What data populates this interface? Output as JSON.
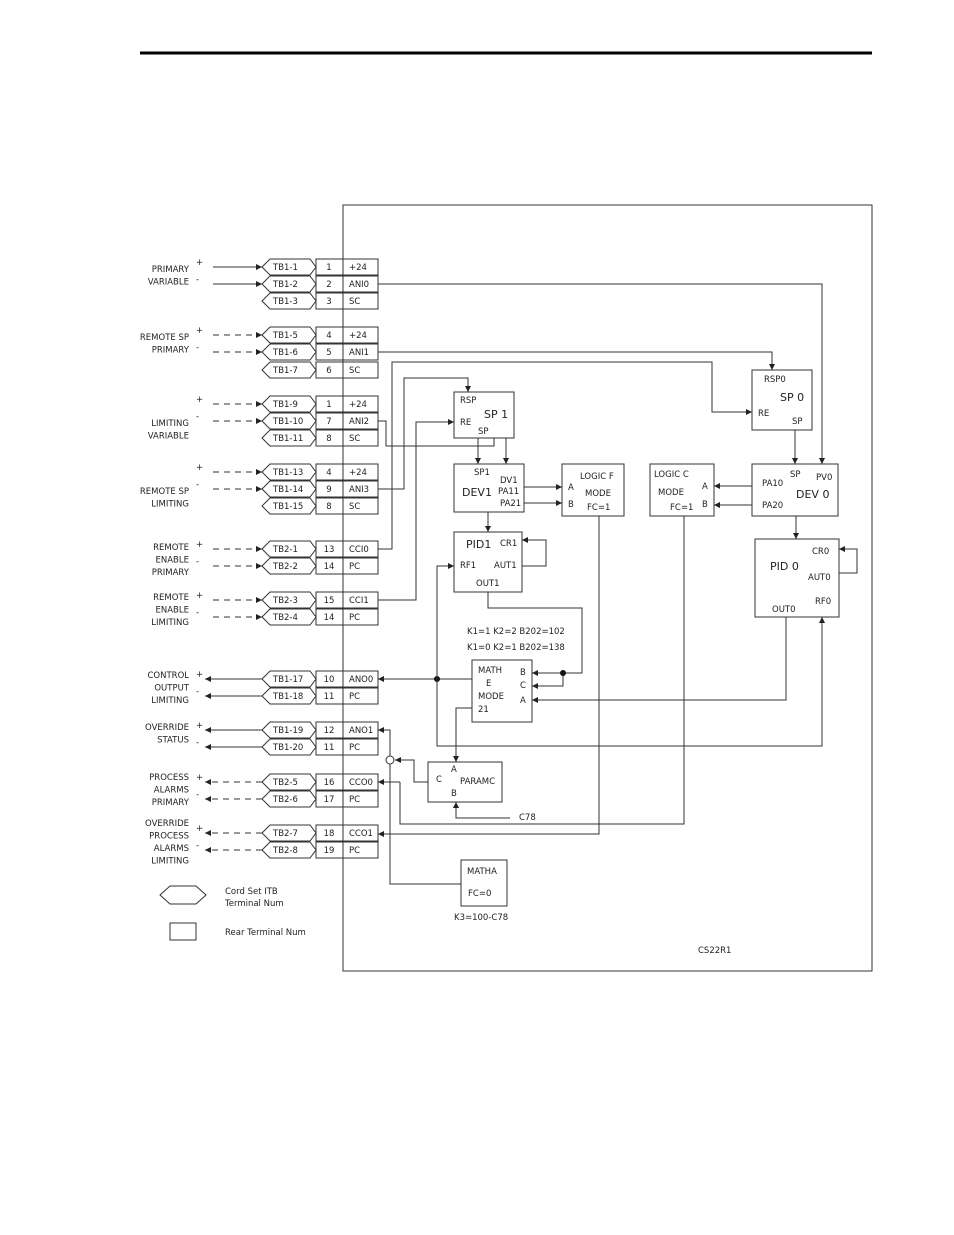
{
  "diagram": {
    "signal_labels": [
      [
        "PRIMARY",
        "VARIABLE"
      ],
      [
        "REMOTE SP",
        "PRIMARY"
      ],
      [
        "LIMITING",
        "VARIABLE"
      ],
      [
        "REMOTE SP",
        "LIMITING"
      ],
      [
        "REMOTE",
        "ENABLE",
        "PRIMARY"
      ],
      [
        "REMOTE",
        "ENABLE",
        "LIMITING"
      ],
      [
        "CONTROL",
        "OUTPUT",
        "LIMITING"
      ],
      [
        "OVERRIDE",
        "STATUS"
      ],
      [
        "PROCESS",
        "ALARMS",
        "PRIMARY"
      ],
      [
        "OVERRIDE",
        "PROCESS",
        "ALARMS",
        "LIMITING"
      ]
    ],
    "terminals": [
      {
        "tb": "TB1-1",
        "num": "1",
        "sig": "+24"
      },
      {
        "tb": "TB1-2",
        "num": "2",
        "sig": "ANI0"
      },
      {
        "tb": "TB1-3",
        "num": "3",
        "sig": "SC"
      },
      {
        "tb": "TB1-5",
        "num": "4",
        "sig": "+24"
      },
      {
        "tb": "TB1-6",
        "num": "5",
        "sig": "ANI1"
      },
      {
        "tb": "TB1-7",
        "num": "6",
        "sig": "SC"
      },
      {
        "tb": "TB1-9",
        "num": "1",
        "sig": "+24"
      },
      {
        "tb": "TB1-10",
        "num": "7",
        "sig": "ANI2"
      },
      {
        "tb": "TB1-11",
        "num": "8",
        "sig": "SC"
      },
      {
        "tb": "TB1-13",
        "num": "4",
        "sig": "+24"
      },
      {
        "tb": "TB1-14",
        "num": "9",
        "sig": "ANI3"
      },
      {
        "tb": "TB1-15",
        "num": "8",
        "sig": "SC"
      },
      {
        "tb": "TB2-1",
        "num": "13",
        "sig": "CCI0"
      },
      {
        "tb": "TB2-2",
        "num": "14",
        "sig": "PC"
      },
      {
        "tb": "TB2-3",
        "num": "15",
        "sig": "CCI1"
      },
      {
        "tb": "TB2-4",
        "num": "14",
        "sig": "PC"
      },
      {
        "tb": "TB1-17",
        "num": "10",
        "sig": "ANO0"
      },
      {
        "tb": "TB1-18",
        "num": "11",
        "sig": "PC"
      },
      {
        "tb": "TB1-19",
        "num": "12",
        "sig": "ANO1"
      },
      {
        "tb": "TB1-20",
        "num": "11",
        "sig": "PC"
      },
      {
        "tb": "TB2-5",
        "num": "16",
        "sig": "CCO0"
      },
      {
        "tb": "TB2-6",
        "num": "17",
        "sig": "PC"
      },
      {
        "tb": "TB2-7",
        "num": "18",
        "sig": "CCO1"
      },
      {
        "tb": "TB2-8",
        "num": "19",
        "sig": "PC"
      }
    ],
    "plus": "+",
    "minus": "-",
    "blocks": {
      "sp1": {
        "rsp": "RSP",
        "re": "RE",
        "title": "SP 1",
        "sp": "SP"
      },
      "sp0": {
        "rsp": "RSP0",
        "re": "RE",
        "title": "SP 0",
        "sp": "SP"
      },
      "dev1": {
        "sp": "SP1",
        "title": "DEV1",
        "dv": "DV1",
        "pa1": "PA11",
        "pa2": "PA21"
      },
      "logicf": {
        "title": "LOGIC F",
        "a": "A",
        "b": "B",
        "mode": "MODE",
        "fc": "FC=1"
      },
      "logicc": {
        "title": "LOGIC C",
        "mode": "MODE",
        "fc": "FC=1",
        "a": "A",
        "b": "B"
      },
      "dev0": {
        "sp": "SP",
        "pv": "PV0",
        "pa1": "PA10",
        "title": "DEV 0",
        "pa2": "PA20"
      },
      "pid1": {
        "title": "PID1",
        "cr": "CR1",
        "rf": "RF1",
        "aut": "AUT1",
        "out": "OUT1"
      },
      "pid0": {
        "cr": "CR0",
        "title": "PID 0",
        "aut": "AUT0",
        "out": "OUT0",
        "rf": "RF0"
      },
      "mathe": {
        "l1": "MATH",
        "l2": "E",
        "l3": "MODE",
        "l4": "21",
        "b": "B",
        "c": "C",
        "a": "A"
      },
      "paramc": {
        "c": "C",
        "a": "A",
        "title": "PARAMC",
        "b": "B"
      },
      "matha": {
        "title": "MATHA",
        "fc": "FC=0"
      }
    },
    "constants": {
      "line1": "K1=1  K2=2  B202=102",
      "line2": "K1=0  K2=1  B202=138"
    },
    "c78": "C78",
    "k3": "K3=100-C78",
    "legend": {
      "hex_label": [
        "Cord Set ITB",
        "Terminal Num"
      ],
      "rect_label": "Rear Terminal Num"
    },
    "drawing_id": "CS22R1"
  }
}
